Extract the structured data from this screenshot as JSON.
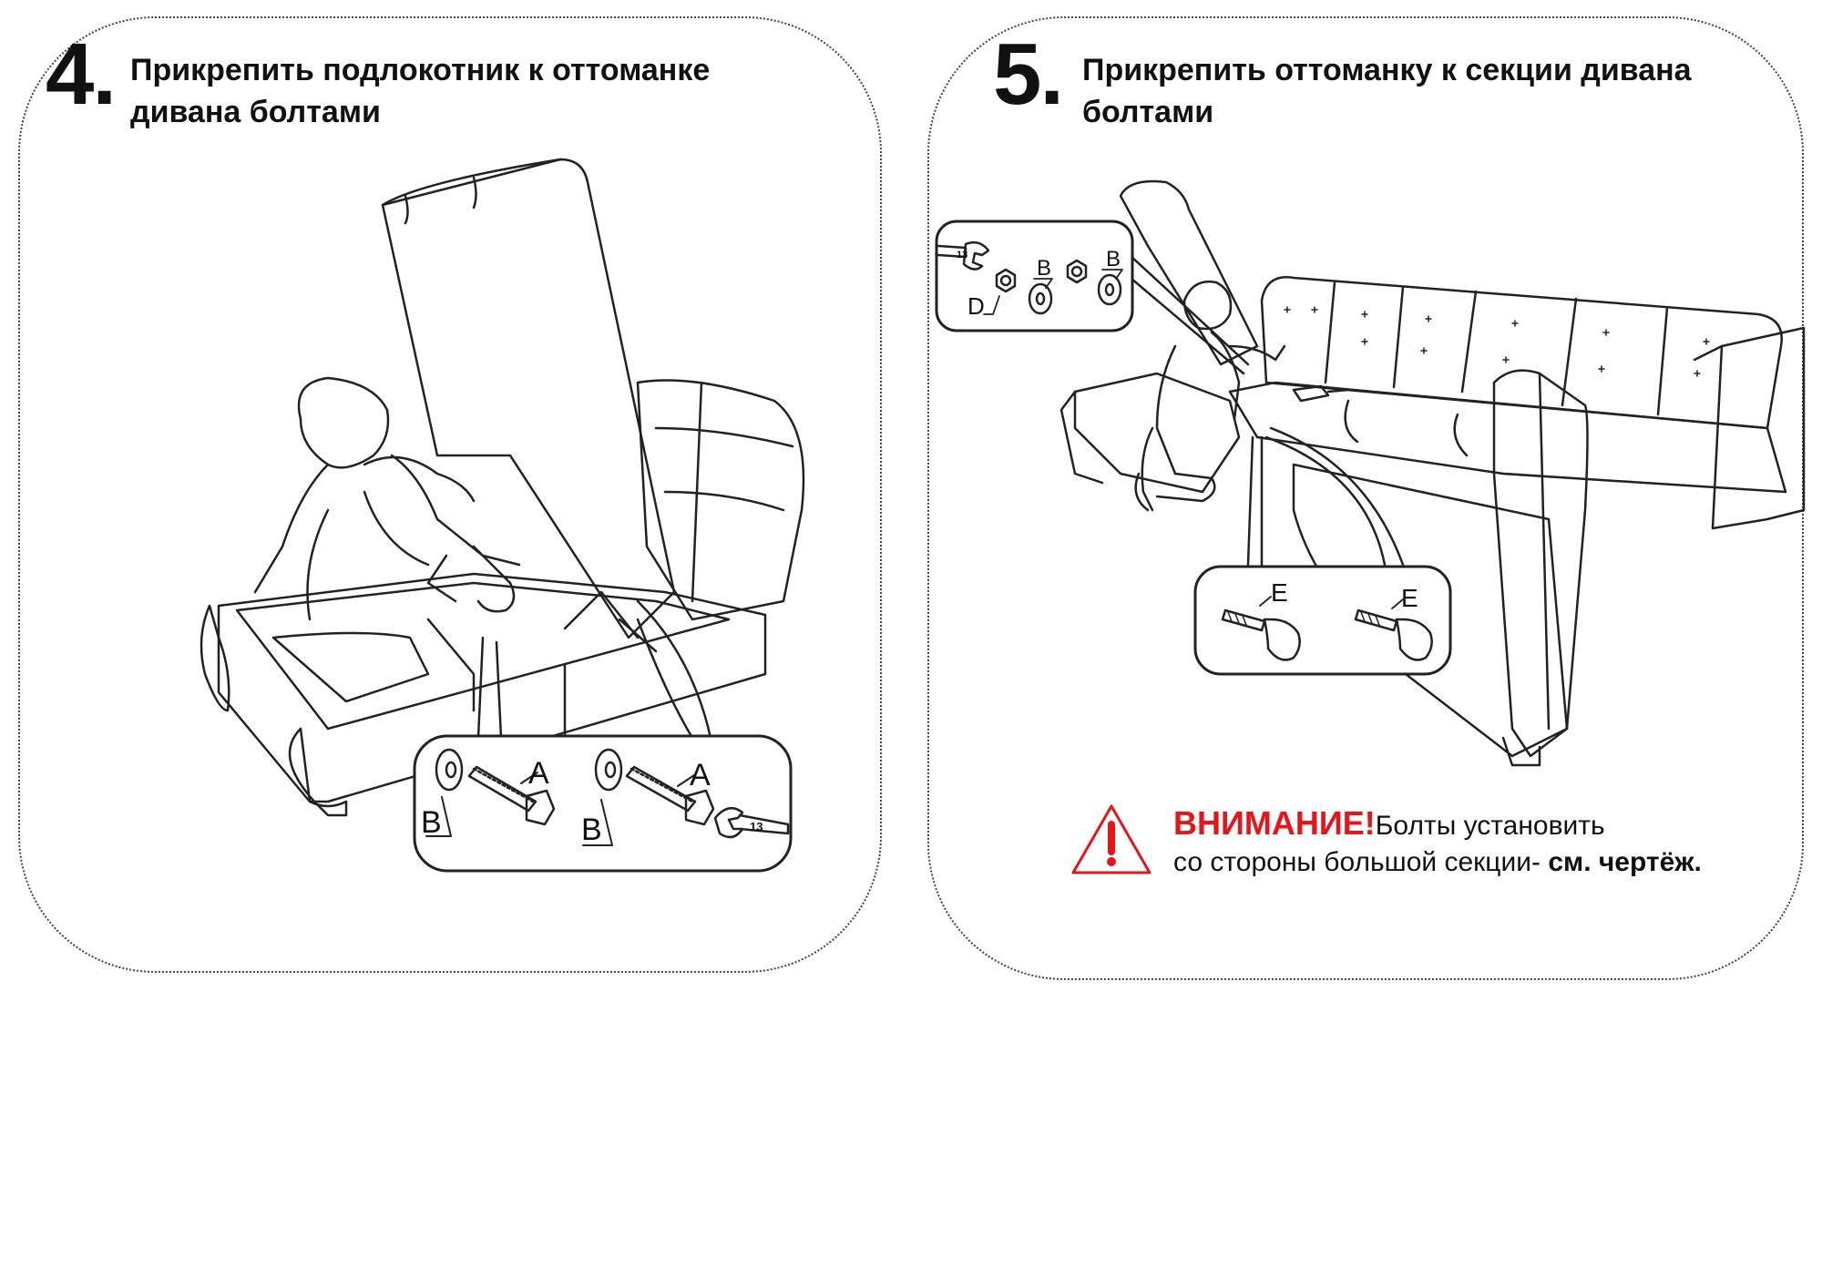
{
  "step4": {
    "number": "4",
    "title": "Прикрепить подлокотник к оттоманке дивана болтами",
    "labels": {
      "a1": "A",
      "a2": "A",
      "b1": "B",
      "b2": "B",
      "wrench": "13"
    }
  },
  "step5": {
    "number": "5",
    "title": "Прикрепить оттоманку к секции дивана болтами",
    "labels": {
      "d": "D",
      "b1": "B",
      "b2": "B",
      "e1": "E",
      "e2": "E",
      "wrench": "13"
    }
  },
  "warning": {
    "heading": "ВНИМАНИЕ!",
    "text_line1": "Болты установить",
    "text_line2": "со стороны большой секции-",
    "text_bold": "см. чертёж.",
    "icon": "exclamation-triangle-icon",
    "color": "#e3171b"
  }
}
